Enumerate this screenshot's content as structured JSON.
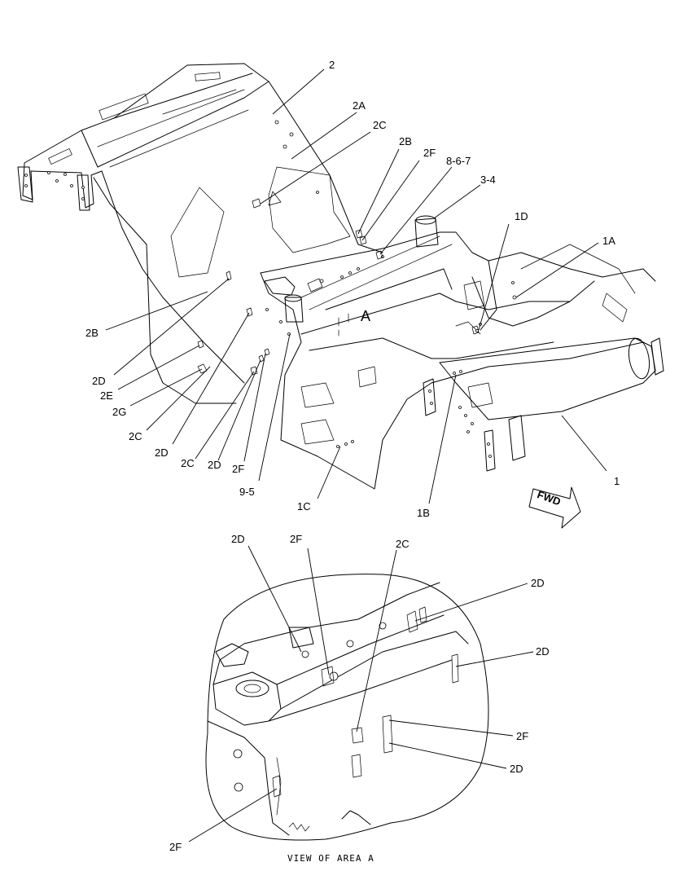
{
  "main_view": {
    "labels": {
      "l2": "2",
      "l2A": "2A",
      "l2C_top": "2C",
      "l2B_top": "2B",
      "l2F_top": "2F",
      "l867": "8-6-7",
      "l34": "3-4",
      "l1D": "1D",
      "l1A": "1A",
      "l2B_left": "2B",
      "l2D_left": "2D",
      "l2E": "2E",
      "l2G": "2G",
      "l2C_left": "2C",
      "l2D_b1": "2D",
      "l2C_b": "2C",
      "l2D_b2": "2D",
      "l2F_b": "2F",
      "l95": "9-5",
      "l1C": "1C",
      "l1B": "1B",
      "l1": "1"
    },
    "area_marker": "A",
    "fwd_label": "FWD"
  },
  "detail_view": {
    "labels": {
      "d2D_tl": "2D",
      "d2F_t": "2F",
      "d2C_t": "2C",
      "d2D_r1": "2D",
      "d2D_r2": "2D",
      "d2F_r": "2F",
      "d2D_r3": "2D",
      "d2F_bl": "2F"
    },
    "caption": "VIEW OF AREA A"
  }
}
